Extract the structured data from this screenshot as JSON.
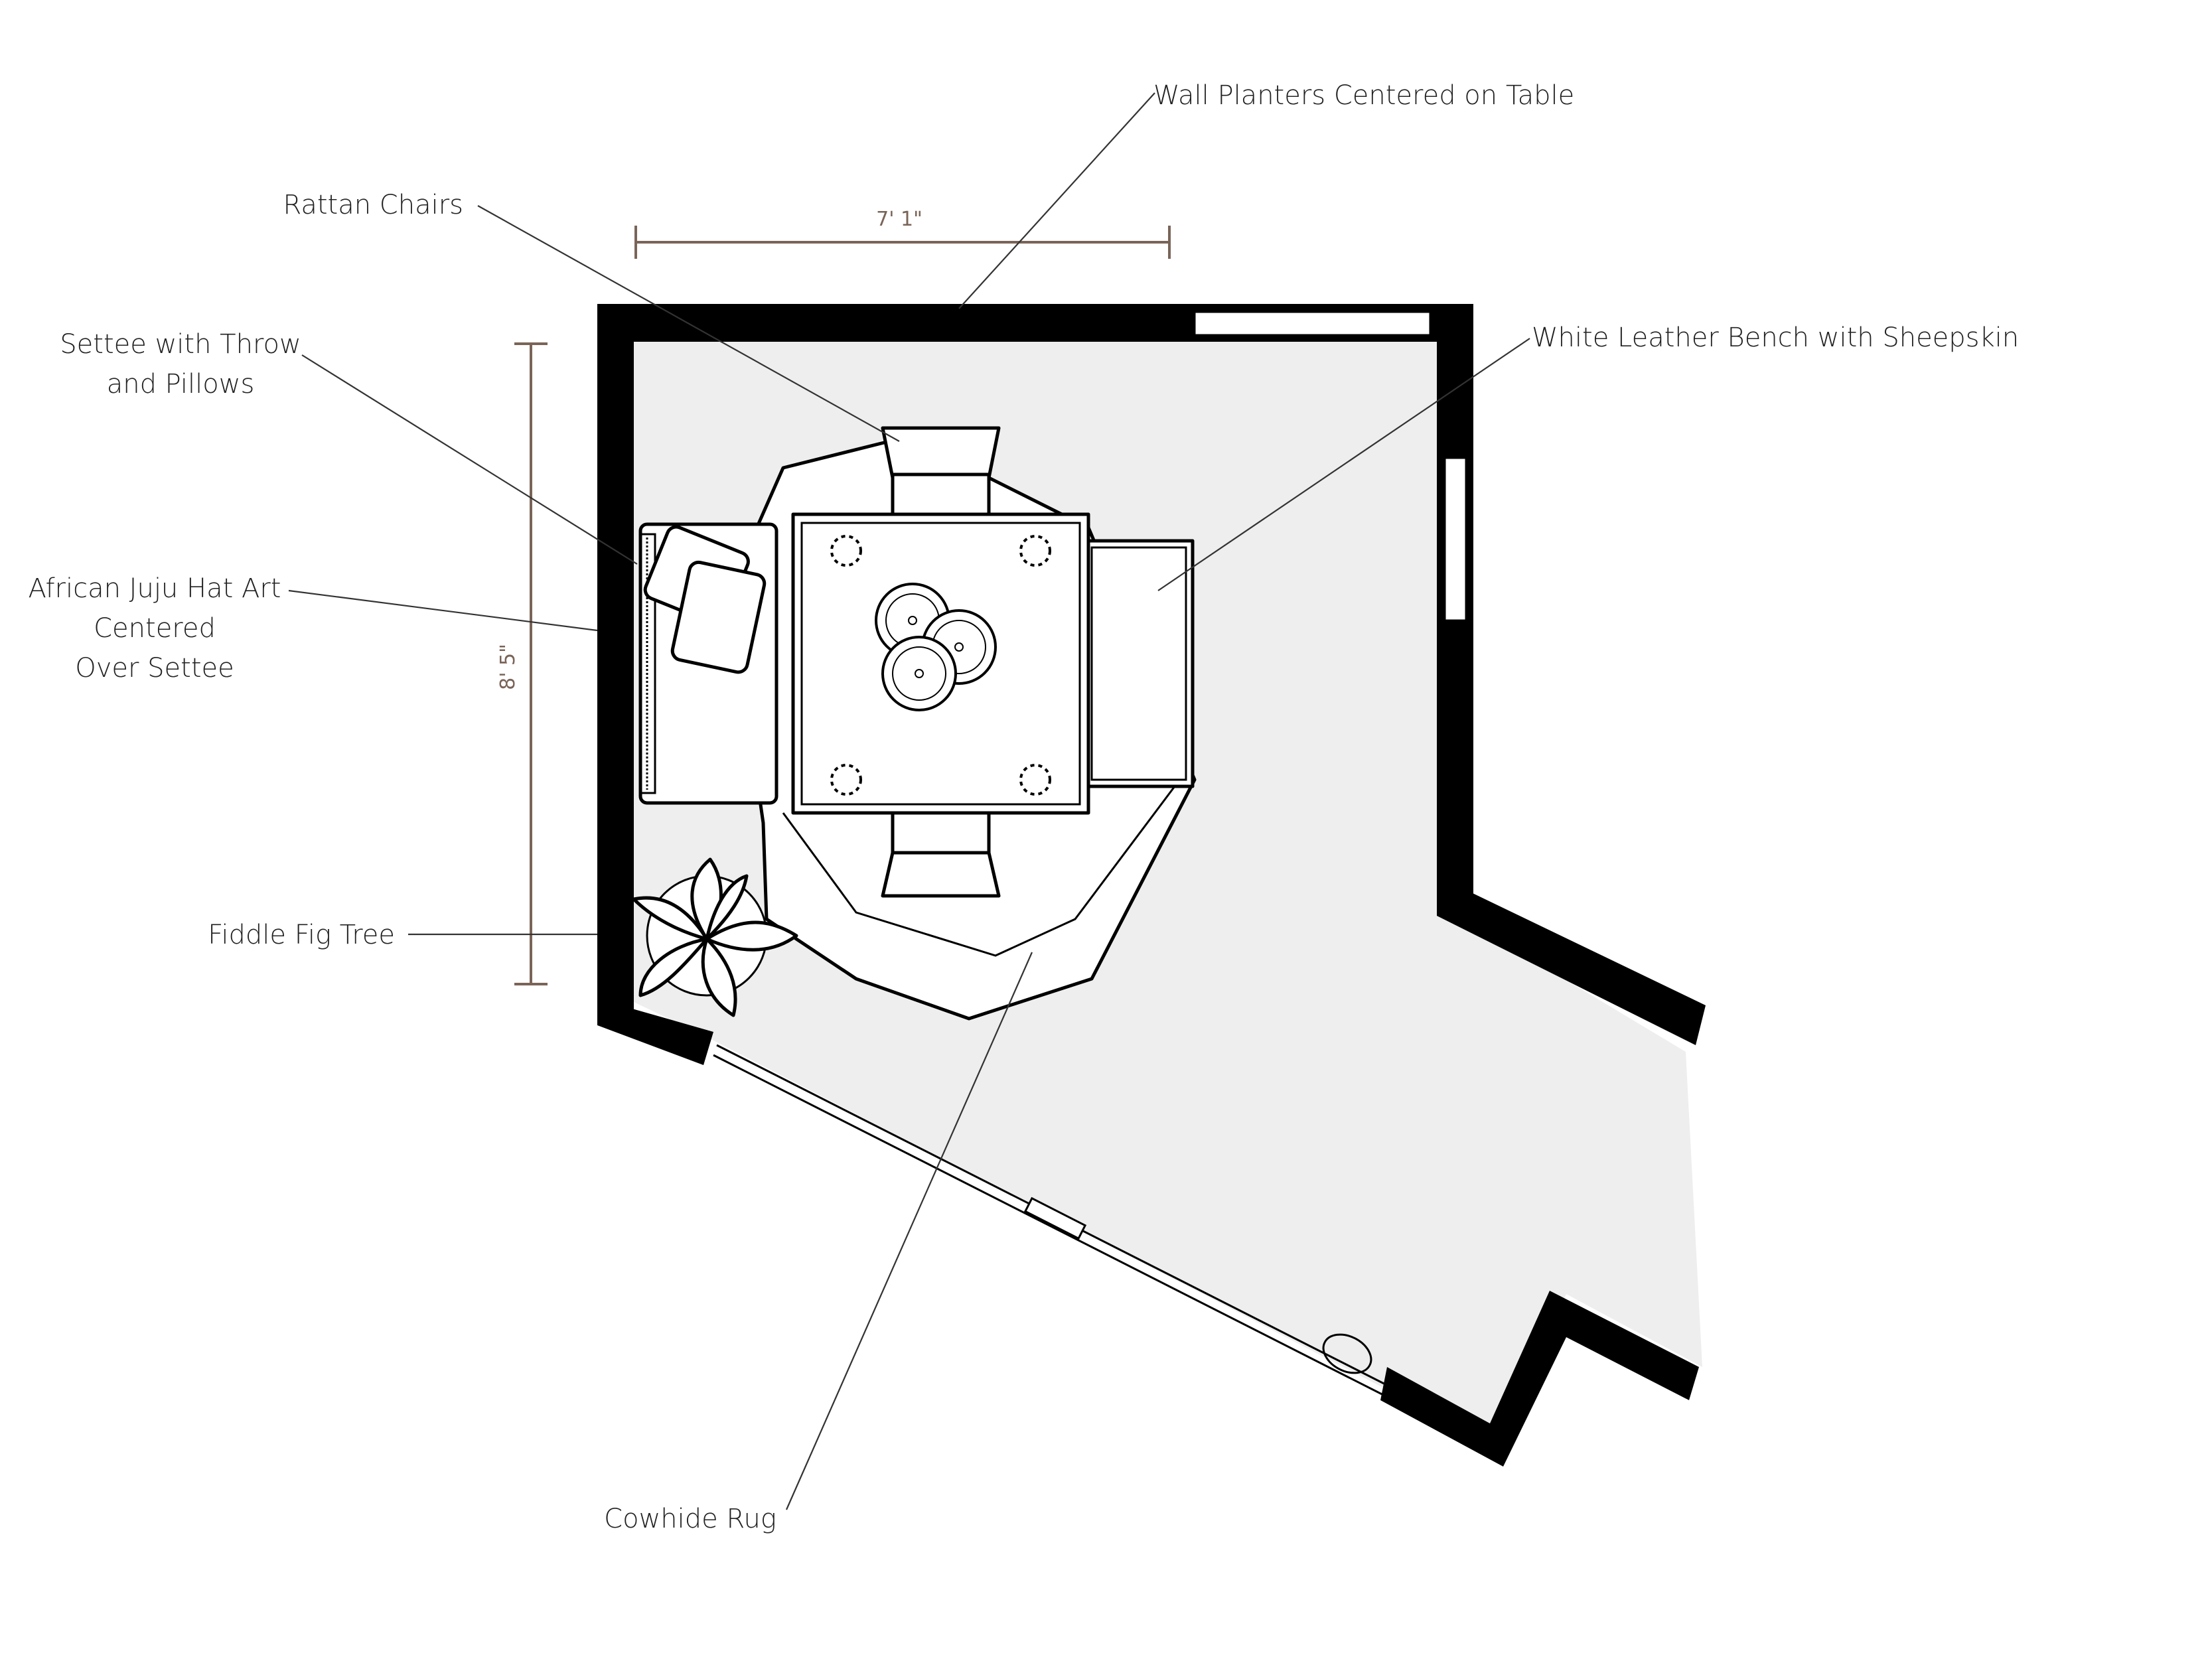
{
  "labels": {
    "wall_planters": "Wall Planters Centered on Table",
    "rattan_chairs": "Rattan Chairs",
    "settee_line1": "Settee with Throw",
    "settee_line2": "and Pillows",
    "juju_line1": "African Juju Hat Art",
    "juju_line2": "Centered",
    "juju_line3": "Over Settee",
    "fiddle_fig": "Fiddle Fig Tree",
    "bench": "White Leather Bench with Sheepskin",
    "cowhide_rug": "Cowhide Rug"
  },
  "dimensions": {
    "width": "7' 1\"",
    "height": "8' 5\""
  },
  "colors": {
    "wall": "#000000",
    "floor": "#eeeeee",
    "dimension": "#7a6458"
  }
}
